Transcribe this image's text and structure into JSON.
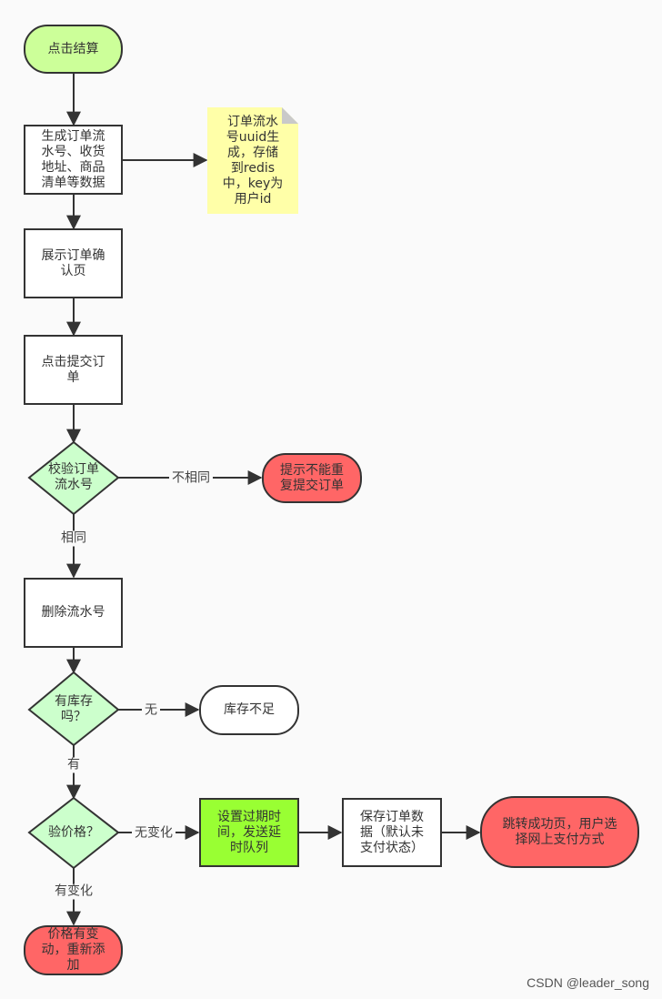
{
  "nodes": {
    "start": "点击结算",
    "generate": "生成订单流\n水号、收货\n地址、商品\n清单等数据",
    "note": "订单流水\n号uuid生\n成，存储\n到redis\n中，key为\n用户id",
    "confirm_page": "展示订单确\n认页",
    "submit": "点击提交订\n单",
    "verify_serial": "校验订单\n流水号",
    "no_repeat": "提示不能重\n复提交订单",
    "delete_serial": "删除流水号",
    "stock_check": "有库存\n吗？",
    "out_of_stock": "库存不足",
    "price_check": "验价格？",
    "price_changed": "价格有变\n动，重新添\n加",
    "set_expire": "设置过期时\n间，发送延\n时队列",
    "save_order": "保存订单数\n据（默认未\n支付状态）",
    "jump_pay": "跳转成功页，用户选\n择网上支付方式"
  },
  "edge_labels": {
    "not_same": "不相同",
    "same": "相同",
    "none": "无",
    "has": "有",
    "unchanged": "无变化",
    "changed": "有变化"
  },
  "colors": {
    "terminal_green": "#ccff99",
    "decision_green": "#ccffcc",
    "alert_red": "#ff6666",
    "action_lime": "#99ff33",
    "note_yellow": "#ffffa8",
    "stroke": "#333333"
  },
  "watermark": "CSDN @leader_song"
}
